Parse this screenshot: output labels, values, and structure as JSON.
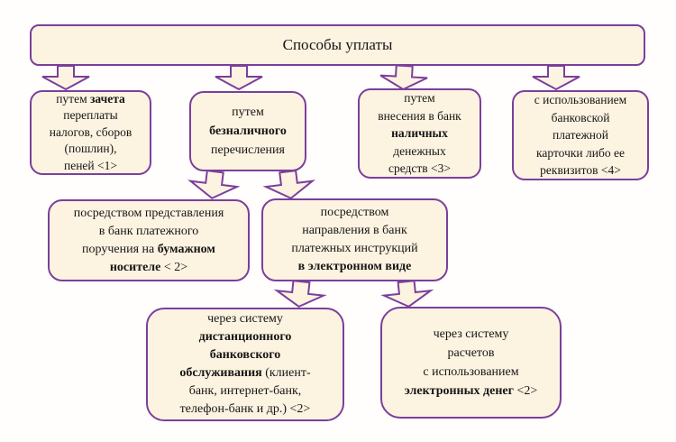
{
  "colors": {
    "background": "#fffefc",
    "box_fill": "#fdf3e1",
    "border": "#7b3f9b",
    "text": "#161616"
  },
  "title": {
    "text": "Способы уплаты"
  },
  "nodes": {
    "offset_credit": {
      "lines": [
        [
          {
            "t": "путем "
          },
          {
            "t": "зачета",
            "b": true
          }
        ],
        [
          {
            "t": "переплаты"
          }
        ],
        [
          {
            "t": "налогов, сборов"
          }
        ],
        [
          {
            "t": "(пошлин),"
          }
        ],
        [
          {
            "t": "пеней <1>"
          }
        ]
      ]
    },
    "cashless_transfer": {
      "lines": [
        [
          {
            "t": "путем"
          }
        ],
        [
          {
            "t": "безналичного",
            "b": true
          }
        ],
        [
          {
            "t": "перечисления"
          }
        ]
      ]
    },
    "cash_deposit": {
      "lines": [
        [
          {
            "t": "путем"
          }
        ],
        [
          {
            "t": "внесения в банк"
          }
        ],
        [
          {
            "t": "наличных",
            "b": true
          }
        ],
        [
          {
            "t": "денежных"
          }
        ],
        [
          {
            "t": "средств <3>"
          }
        ]
      ]
    },
    "bank_card": {
      "lines": [
        [
          {
            "t": "с использованием"
          }
        ],
        [
          {
            "t": "банковской"
          }
        ],
        [
          {
            "t": "платежной"
          }
        ],
        [
          {
            "t": "карточки либо ее"
          }
        ],
        [
          {
            "t": "реквизитов <4>"
          }
        ]
      ]
    },
    "paper_payment_order": {
      "lines": [
        [
          {
            "t": "посредством представления"
          }
        ],
        [
          {
            "t": "в банк платежного"
          }
        ],
        [
          {
            "t": "поручения на "
          },
          {
            "t": "бумажном",
            "b": true
          }
        ],
        [
          {
            "t": "носителе",
            "b": true
          },
          {
            "t": " < 2>"
          }
        ]
      ]
    },
    "electronic_instructions": {
      "lines": [
        [
          {
            "t": "посредством"
          }
        ],
        [
          {
            "t": "направления в банк"
          }
        ],
        [
          {
            "t": "платежных инструкций"
          }
        ],
        [
          {
            "t": "в электронном виде",
            "b": true
          }
        ]
      ]
    },
    "remote_banking": {
      "lines": [
        [
          {
            "t": "через систему"
          }
        ],
        [
          {
            "t": "дистанционного",
            "b": true
          }
        ],
        [
          {
            "t": "банковского",
            "b": true
          }
        ],
        [
          {
            "t": "обслуживания",
            "b": true
          },
          {
            "t": " (клиент-"
          }
        ],
        [
          {
            "t": "банк, интернет-банк,"
          }
        ],
        [
          {
            "t": "телефон-банк и др.) <2>"
          }
        ]
      ]
    },
    "electronic_money": {
      "lines": [
        [
          {
            "t": "через систему"
          }
        ],
        [
          {
            "t": "расчетов"
          }
        ],
        [
          {
            "t": "с использованием"
          }
        ],
        [
          {
            "t": "электронных денег",
            "b": true
          },
          {
            "t": " <2>"
          }
        ]
      ]
    }
  }
}
